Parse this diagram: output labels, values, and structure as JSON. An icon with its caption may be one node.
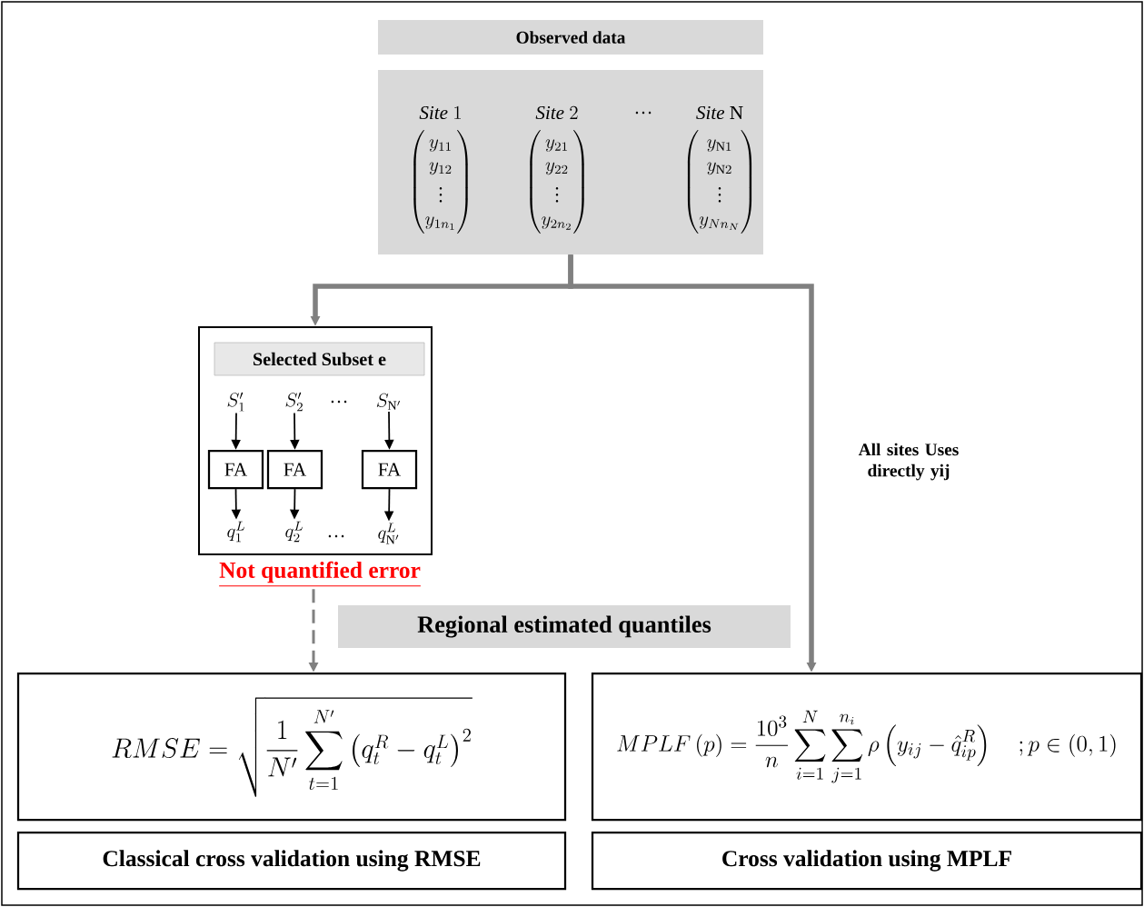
{
  "diagram": {
    "nodes": [
      {
        "text": [
          "Observed data"
        ]
      },
      {
        "text": [
          "\\mathit{Site}\\ 1",
          "\\mathit{Site}\\ 2",
          "…",
          "\\mathit{Site}\\ \\mathrm{N}",
          "\\begin{pmatrix}y_{11}\\\\ y_{12}\\\\ \\vdots\\\\ y_{1n_1}\\end{pmatrix}",
          "\\begin{pmatrix}y_{21}\\\\ y_{22}\\\\ \\vdots\\\\ y_{2n_2}\\end{pmatrix}",
          "\\begin{pmatrix}y_{\\mathrm{N}1}\\\\ y_{\\mathrm{N}2}\\\\ \\vdots\\\\ y_{Nn_N}\\end{pmatrix}"
        ]
      },
      {
        "text": [],
        "shape": "box",
        "beside": [
          "Not quantified error"
        ]
      },
      {
        "text": [
          "Selected Subset e"
        ],
        "in": 2
      },
      {
        "text": [
          "S'_{1}"
        ],
        "in": 2
      },
      {
        "text": [
          "S'_{2}"
        ],
        "in": 2
      },
      {
        "text": [
          "S_{\\mathrm{N}'}"
        ],
        "in": 2
      },
      {
        "text": [
          "FA"
        ],
        "in": 2
      },
      {
        "text": [
          "FA"
        ],
        "in": 2
      },
      {
        "text": [
          "FA"
        ],
        "in": 2
      },
      {
        "text": [
          "q_1^L"
        ],
        "in": 2
      },
      {
        "text": [
          "q_2^L"
        ],
        "in": 2
      },
      {
        "text": [
          "q_{\\mathrm{N}'}^L"
        ],
        "in": 2
      },
      {
        "text": [
          "Regional estimated quantiles"
        ]
      },
      {
        "text": [
          "RMSE=\\sqrt{\\frac{1}{N'}\\sum_{t=1}^{N'}\\left(q_t^R-q_t^L\\right)^2}"
        ]
      },
      {
        "text": [
          "MPLF\\left(p\\right)=\\frac{10^3}{n}\\sum_{i=1}^{N}\\sum_{j=1}^{n_i}\\rho\\left(y_{ij}-\\hat{q}_{ip}^R\\right)\\quad ;p\\in(0,1)"
        ]
      },
      {
        "text": [
          "Classical cross validation using RMSE"
        ]
      },
      {
        "text": [
          "Cross validation using MPLF"
        ]
      }
    ],
    "edges": [
      {
        "from": 1,
        "to": 2,
        "arrow": "to",
        "style": "thick",
        "color": "#808080"
      },
      {
        "from": 1,
        "to": 15,
        "arrow": "to",
        "style": "thick",
        "color": "#808080",
        "label": "All sites Uses directly yij"
      },
      {
        "from": 2,
        "to": 14,
        "arrow": "to",
        "style": "dashed",
        "color": "#808080"
      },
      {
        "from": 4,
        "to": 7,
        "arrow": "to"
      },
      {
        "from": 5,
        "to": 8,
        "arrow": "to"
      },
      {
        "from": 6,
        "to": 9,
        "arrow": "to"
      },
      {
        "from": 7,
        "to": 10,
        "arrow": "to"
      },
      {
        "from": 8,
        "to": 11,
        "arrow": "to"
      },
      {
        "from": 9,
        "to": 12,
        "arrow": "to"
      }
    ],
    "labels": [
      "…",
      "…"
    ]
  }
}
